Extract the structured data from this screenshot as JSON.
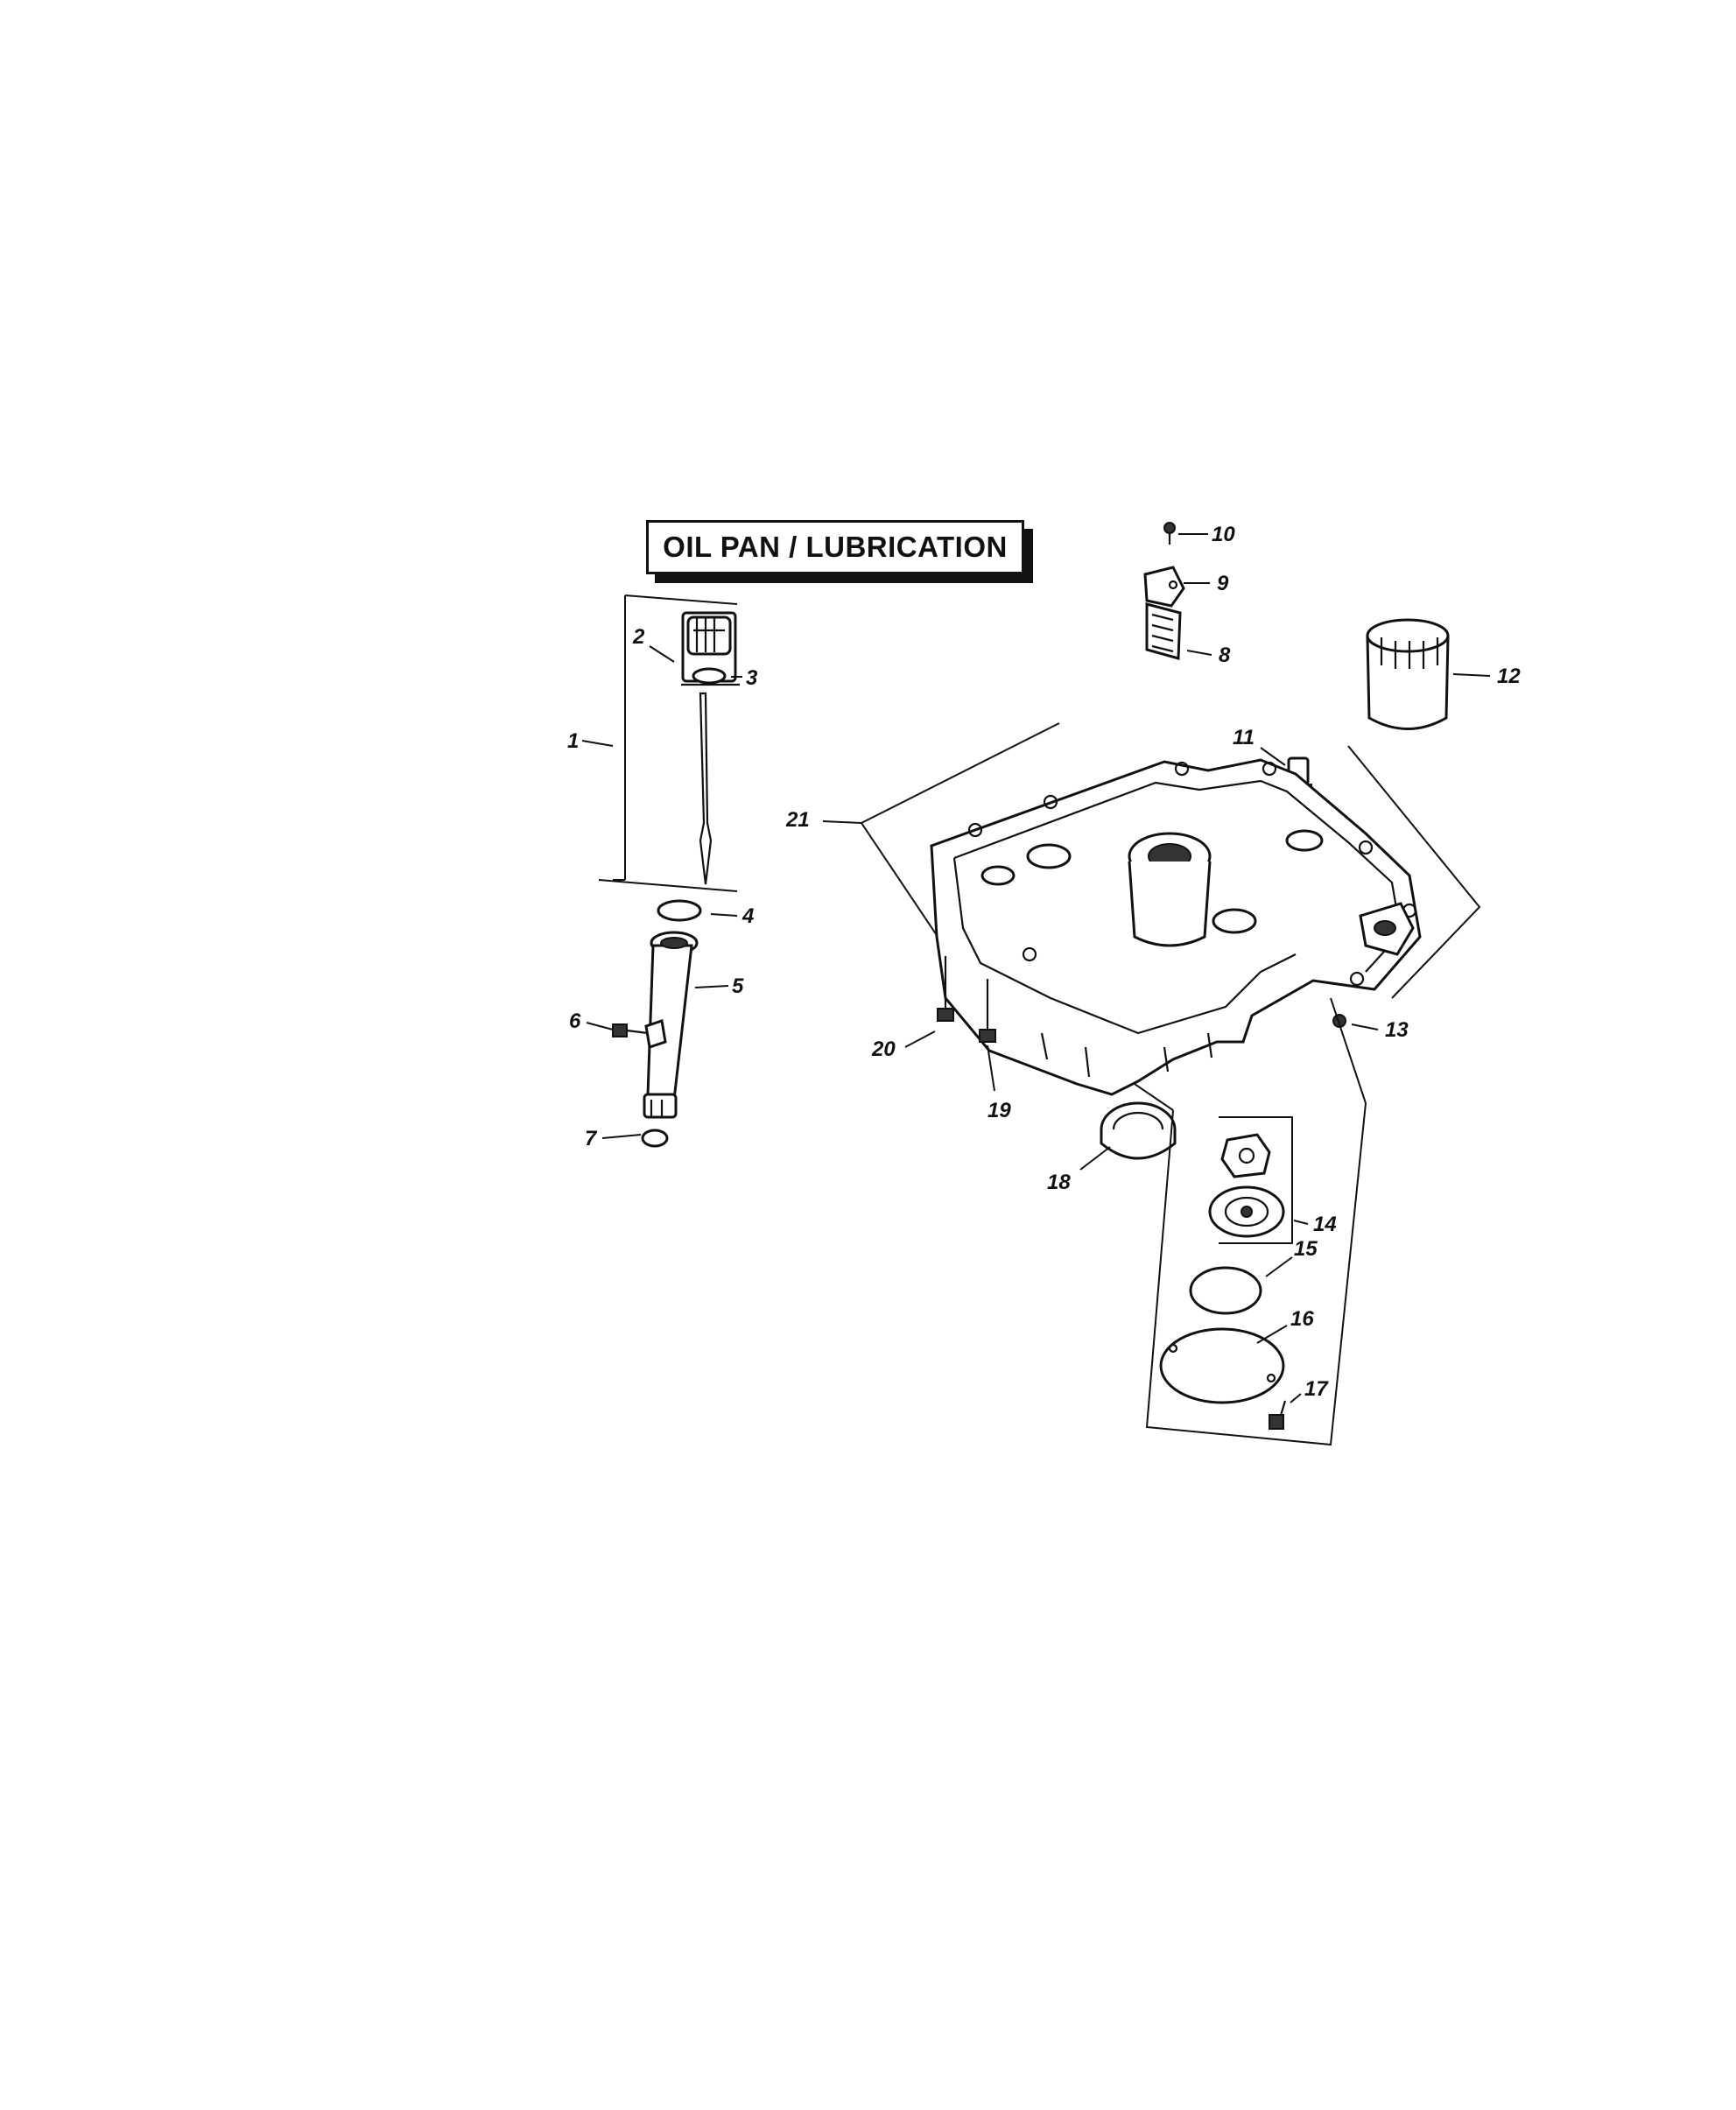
{
  "title": "OIL PAN / LUBRICATION",
  "callouts": [
    "1",
    "2",
    "3",
    "4",
    "5",
    "6",
    "7",
    "8",
    "9",
    "10",
    "11",
    "12",
    "13",
    "14",
    "15",
    "16",
    "17",
    "18",
    "19",
    "20",
    "21"
  ]
}
